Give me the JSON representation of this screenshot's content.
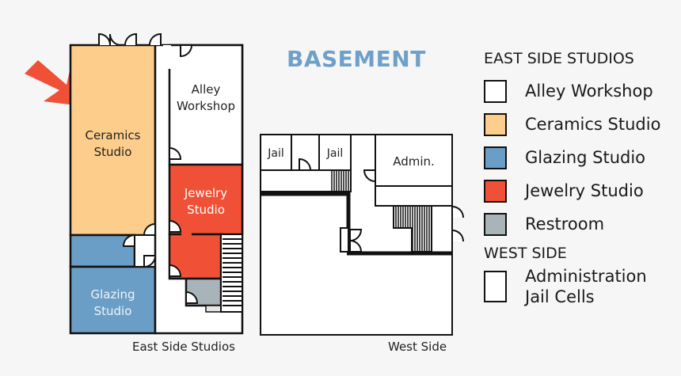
{
  "map": {
    "title": "BASEMENT",
    "east_caption": "East Side Studios",
    "west_caption": "West Side",
    "rooms": {
      "ceramics": {
        "line1": "Ceramics",
        "line2": "Studio",
        "color": "#fdcd8c"
      },
      "alley": {
        "line1": "Alley",
        "line2": "Workshop",
        "color": "#ffffff"
      },
      "jewelry": {
        "line1": "Jewelry",
        "line2": "Studio",
        "color": "#f05136"
      },
      "glazing": {
        "line1": "Glazing",
        "line2": "Studio",
        "color": "#6a9ec6"
      },
      "restroom": {
        "color": "#a9b4ba"
      },
      "jail1": {
        "label": "Jail"
      },
      "jail2": {
        "label": "Jail"
      },
      "admin": {
        "label": "Admin."
      }
    },
    "arrow_color": "#f05136"
  },
  "legend": {
    "east_heading": "EAST SIDE STUDIOS",
    "east_items": [
      {
        "label": "Alley Workshop",
        "color": "#ffffff"
      },
      {
        "label": "Ceramics Studio",
        "color": "#fdcd8c"
      },
      {
        "label": "Glazing Studio",
        "color": "#6a9ec6"
      },
      {
        "label": "Jewelry Studio",
        "color": "#f05136"
      },
      {
        "label": "Restroom",
        "color": "#a9b4ba"
      }
    ],
    "west_heading": "WEST SIDE",
    "west_items": [
      {
        "line1": "Administration",
        "line2": "Jail Cells",
        "color": "#ffffff"
      }
    ]
  }
}
